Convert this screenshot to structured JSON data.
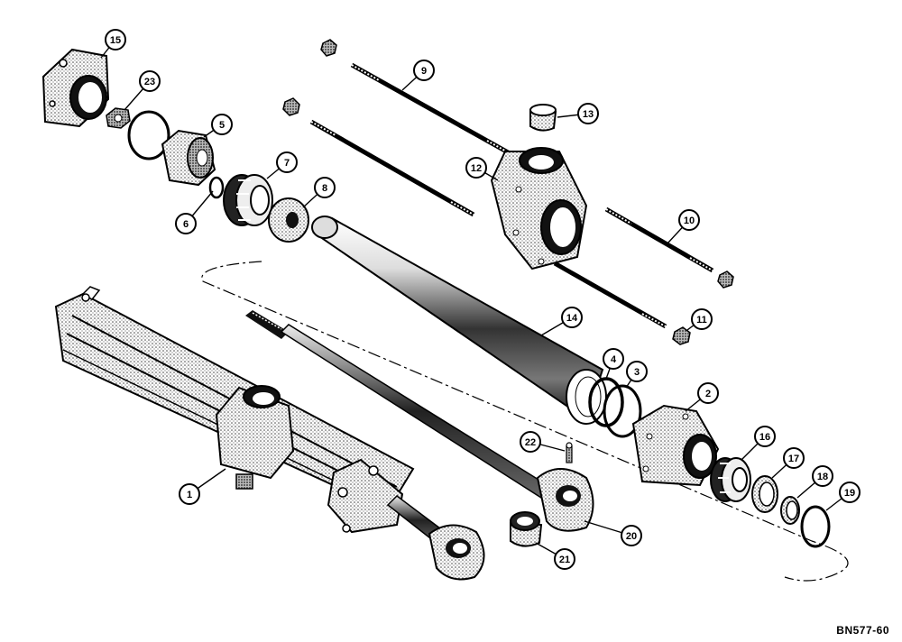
{
  "figure_id": "BN577-60",
  "callouts": [
    "1",
    "2",
    "3",
    "4",
    "5",
    "6",
    "7",
    "8",
    "9",
    "10",
    "11",
    "12",
    "13",
    "14",
    "15",
    "16",
    "17",
    "18",
    "19",
    "20",
    "21",
    "22",
    "23"
  ],
  "colors": {
    "ink": "#000000",
    "paper": "#ffffff",
    "shade": "#6b6b6b"
  }
}
